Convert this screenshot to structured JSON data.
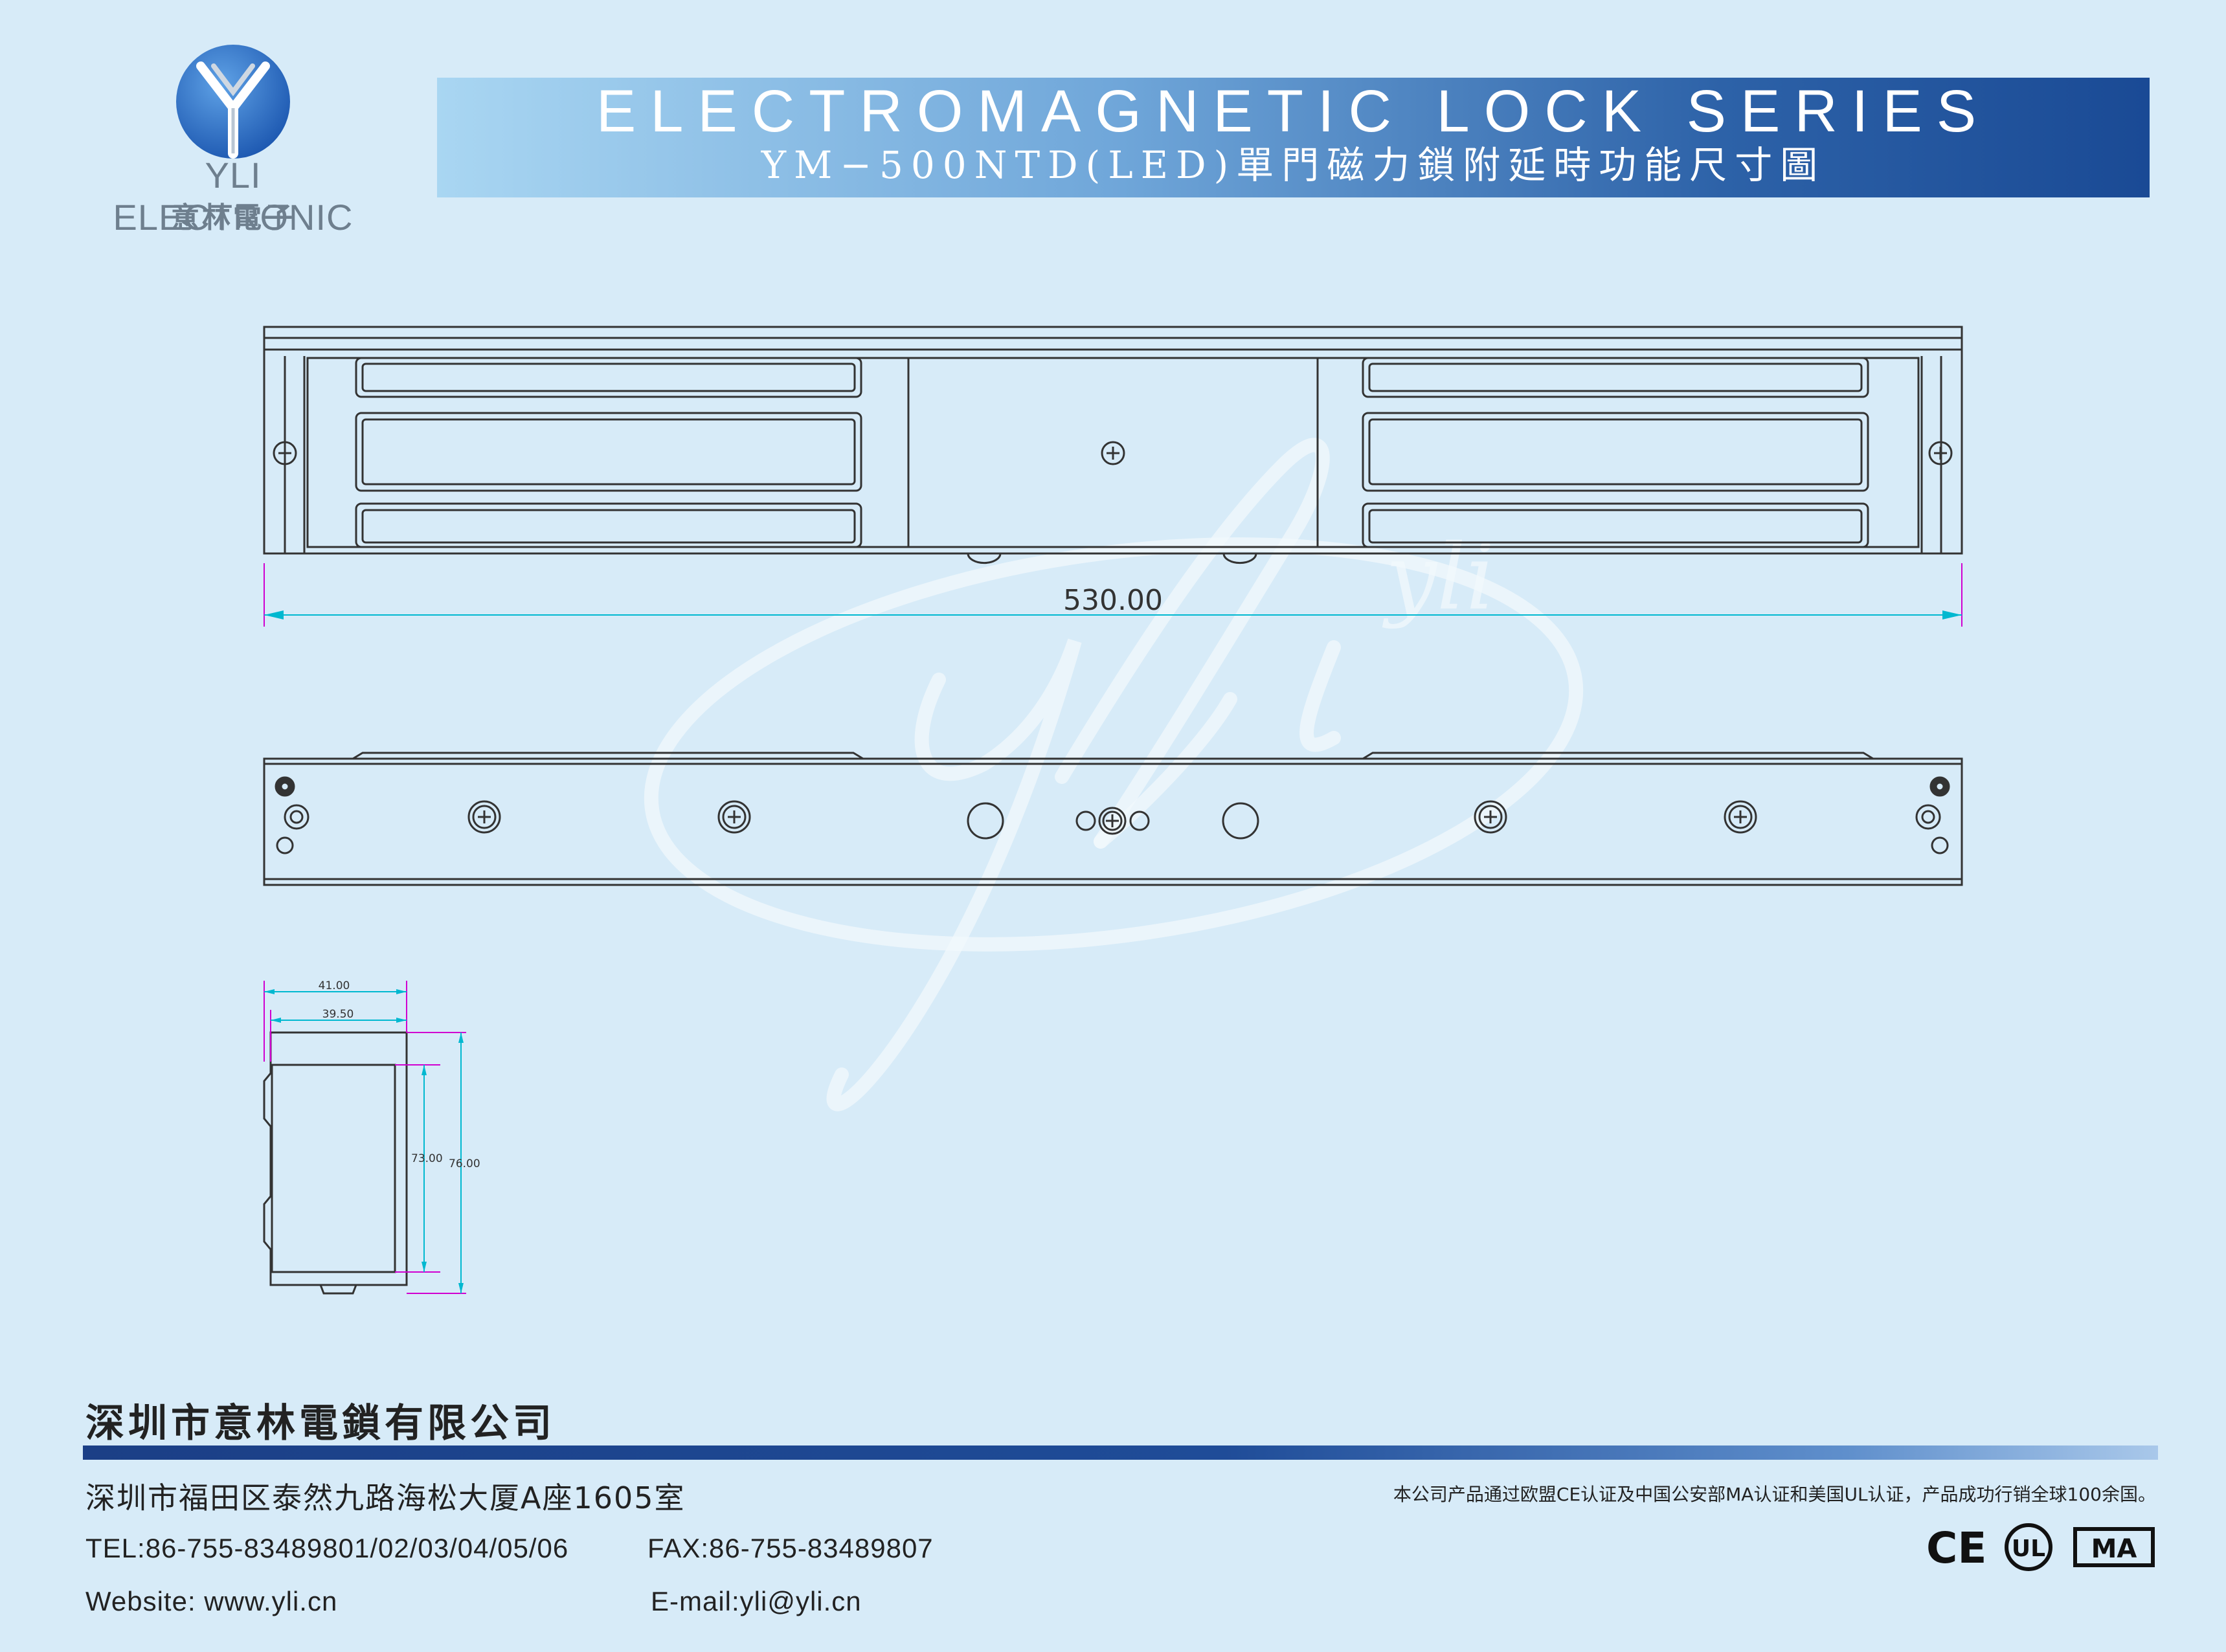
{
  "brand": {
    "name_en": "YLI ELECTRONIC",
    "name_cn": "意林電子",
    "logo_icon": "yli-y-logo-icon"
  },
  "header": {
    "title": "ELECTROMAGNETIC LOCK SERIES",
    "subtitle": "YM−500NTD(LED)單門磁力鎖附延時功能尺寸圖"
  },
  "drawing": {
    "watermark": "yli",
    "front_view": {
      "length_label": "530.00"
    },
    "side_view": {
      "width_outer_label": "41.00",
      "width_inner_label": "39.50",
      "height_inner_label": "73.00",
      "height_outer_label": "76.00"
    }
  },
  "footer": {
    "company": "深圳市意林電鎖有限公司",
    "address": "深圳市福田区泰然九路海松大厦A座1605室",
    "tel": "TEL:86-755-83489801/02/03/04/05/06",
    "fax": "FAX:86-755-83489807",
    "website": "Website: www.yli.cn",
    "email": "E-mail:yli@yli.cn",
    "cert_note": "本公司产品通过欧盟CE认证及中国公安部MA认证和美国UL认证，产品成功行销全球100余国。",
    "cert_logos": [
      "CE",
      "UL",
      "MA"
    ]
  },
  "colors": {
    "background": "#d7ebf8",
    "banner_dark": "#1a4a95",
    "banner_light": "#a9d6f2",
    "dimension_line": "#00b8d0",
    "extension_line": "#d000d0",
    "outline": "#333333"
  }
}
